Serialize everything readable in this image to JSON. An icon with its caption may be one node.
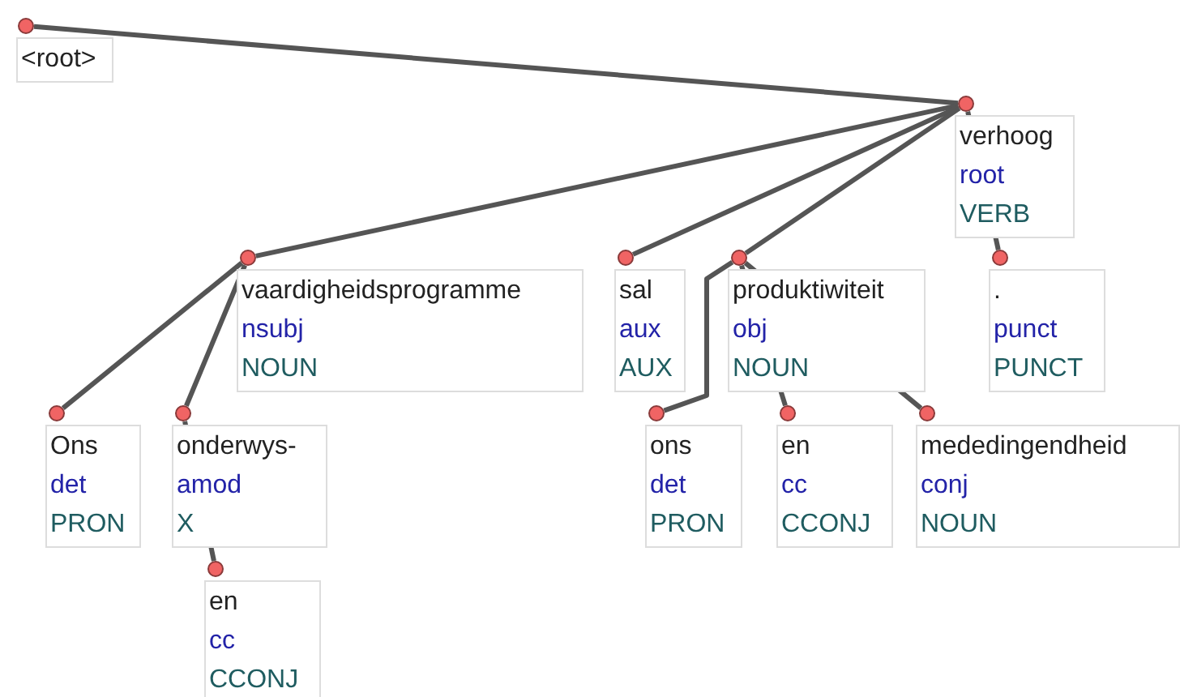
{
  "diagram": {
    "nodes": [
      {
        "text": [
          "<root>"
        ]
      },
      {
        "text": [
          "verhoog",
          "root",
          "VERB"
        ]
      },
      {
        "text": [
          "vaardigheidsprogramme",
          "nsubj",
          "NOUN"
        ]
      },
      {
        "text": [
          "sal",
          "aux",
          "AUX"
        ]
      },
      {
        "text": [
          "produktiwiteit",
          "obj",
          "NOUN"
        ]
      },
      {
        "text": [
          ".",
          "punct",
          "PUNCT"
        ]
      },
      {
        "text": [
          "Ons",
          "det",
          "PRON"
        ]
      },
      {
        "text": [
          "onderwys-",
          "amod",
          "X"
        ]
      },
      {
        "text": [
          "ons",
          "det",
          "PRON"
        ]
      },
      {
        "text": [
          "en",
          "cc",
          "CCONJ"
        ]
      },
      {
        "text": [
          "mededingendheid",
          "conj",
          "NOUN"
        ]
      },
      {
        "text": [
          "en",
          "cc",
          "CCONJ"
        ]
      }
    ],
    "edges": [
      {
        "from": 0,
        "to": 1,
        "arrow": "none"
      },
      {
        "from": 1,
        "to": 2,
        "arrow": "none"
      },
      {
        "from": 1,
        "to": 3,
        "arrow": "none"
      },
      {
        "from": 1,
        "to": 4,
        "arrow": "none"
      },
      {
        "from": 1,
        "to": 5,
        "arrow": "none"
      },
      {
        "from": 2,
        "to": 6,
        "arrow": "none"
      },
      {
        "from": 2,
        "to": 7,
        "arrow": "none"
      },
      {
        "from": 4,
        "to": 8,
        "arrow": "none"
      },
      {
        "from": 4,
        "to": 9,
        "arrow": "none"
      },
      {
        "from": 4,
        "to": 10,
        "arrow": "none"
      },
      {
        "from": 7,
        "to": 11,
        "arrow": "none"
      }
    ]
  }
}
